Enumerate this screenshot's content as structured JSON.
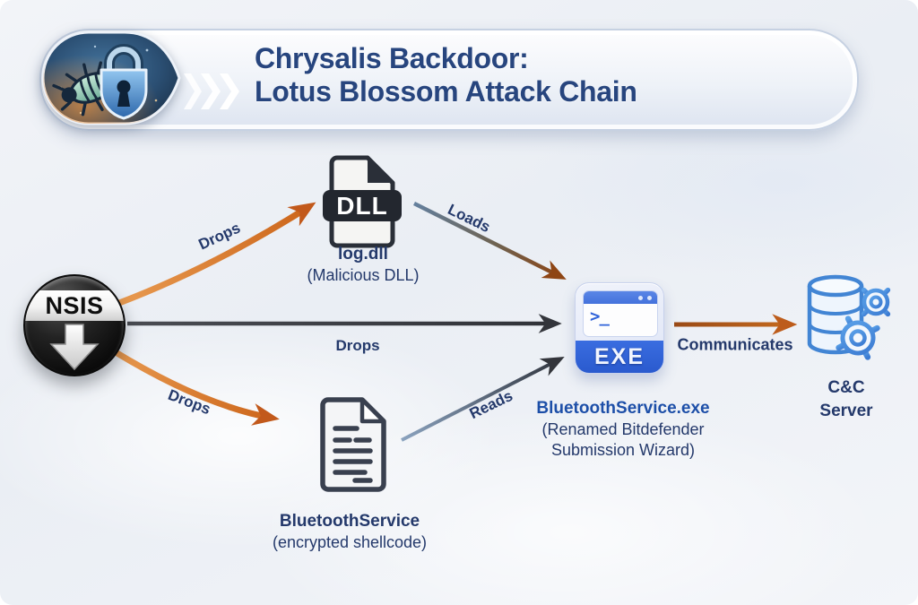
{
  "header": {
    "title_line1": "Chrysalis Backdoor:",
    "title_line2": "Lotus Blossom Attack Chain"
  },
  "nodes": {
    "nsis": {
      "label": "NSIS"
    },
    "dll": {
      "badge": "DLL",
      "name": "log.dll",
      "desc": "(Malicious DLL)"
    },
    "shellcode": {
      "name": "BluetoothService",
      "desc": "(encrypted shellcode)"
    },
    "exe": {
      "badge": "EXE",
      "prompt": ">_",
      "name": "BluetoothService.exe",
      "desc_line1": "(Renamed Bitdefender",
      "desc_line2": "Submission Wizard)"
    },
    "server": {
      "name_line1": "C&C",
      "name_line2": "Server"
    }
  },
  "edges": {
    "drops_dll": {
      "label": "Drops"
    },
    "drops_exe": {
      "label": "Drops"
    },
    "drops_shellcode": {
      "label": "Drops"
    },
    "loads": {
      "label": "Loads"
    },
    "reads": {
      "label": "Reads"
    },
    "communicates": {
      "label": "Communicates"
    }
  },
  "colors": {
    "accent_orange": "#c9611d",
    "arrow_dark": "#35373d",
    "title_navy": "#27457e",
    "label_navy": "#24396b",
    "exe_blue": "#2c5fd3",
    "server_blue": "#4285d4",
    "background": "#eff1f6"
  }
}
